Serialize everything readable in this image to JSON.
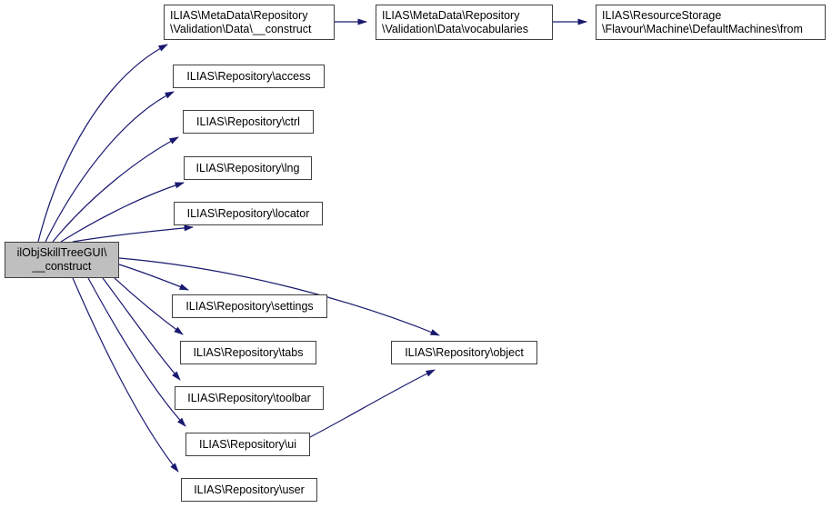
{
  "diagram": {
    "type": "call-graph",
    "edge_color": "#191970",
    "node_border_color": "#404040",
    "node_fill": "#ffffff",
    "highlight_fill": "#bfbfbf",
    "nodes": {
      "main": {
        "label": "ilObjSkillTreeGUI\\\n__construct"
      },
      "md_construct": {
        "label": "ILIAS\\MetaData\\Repository\n\\Validation\\Data\\__construct"
      },
      "vocabularies": {
        "label": "ILIAS\\MetaData\\Repository\n\\Validation\\Data\\vocabularies"
      },
      "from": {
        "label": "ILIAS\\ResourceStorage\n\\Flavour\\Machine\\DefaultMachines\\from"
      },
      "access": {
        "label": "ILIAS\\Repository\\access"
      },
      "ctrl": {
        "label": "ILIAS\\Repository\\ctrl"
      },
      "lng": {
        "label": "ILIAS\\Repository\\lng"
      },
      "locator": {
        "label": "ILIAS\\Repository\\locator"
      },
      "settings": {
        "label": "ILIAS\\Repository\\settings"
      },
      "tabs": {
        "label": "ILIAS\\Repository\\tabs"
      },
      "toolbar": {
        "label": "ILIAS\\Repository\\toolbar"
      },
      "ui": {
        "label": "ILIAS\\Repository\\ui"
      },
      "user": {
        "label": "ILIAS\\Repository\\user"
      },
      "object": {
        "label": "ILIAS\\Repository\\object"
      }
    },
    "edges": [
      {
        "from": "main",
        "to": "md_construct"
      },
      {
        "from": "main",
        "to": "access"
      },
      {
        "from": "main",
        "to": "ctrl"
      },
      {
        "from": "main",
        "to": "lng"
      },
      {
        "from": "main",
        "to": "locator"
      },
      {
        "from": "main",
        "to": "settings"
      },
      {
        "from": "main",
        "to": "tabs"
      },
      {
        "from": "main",
        "to": "toolbar"
      },
      {
        "from": "main",
        "to": "ui"
      },
      {
        "from": "main",
        "to": "user"
      },
      {
        "from": "main",
        "to": "object"
      },
      {
        "from": "ui",
        "to": "object"
      },
      {
        "from": "md_construct",
        "to": "vocabularies"
      },
      {
        "from": "vocabularies",
        "to": "from"
      }
    ]
  }
}
